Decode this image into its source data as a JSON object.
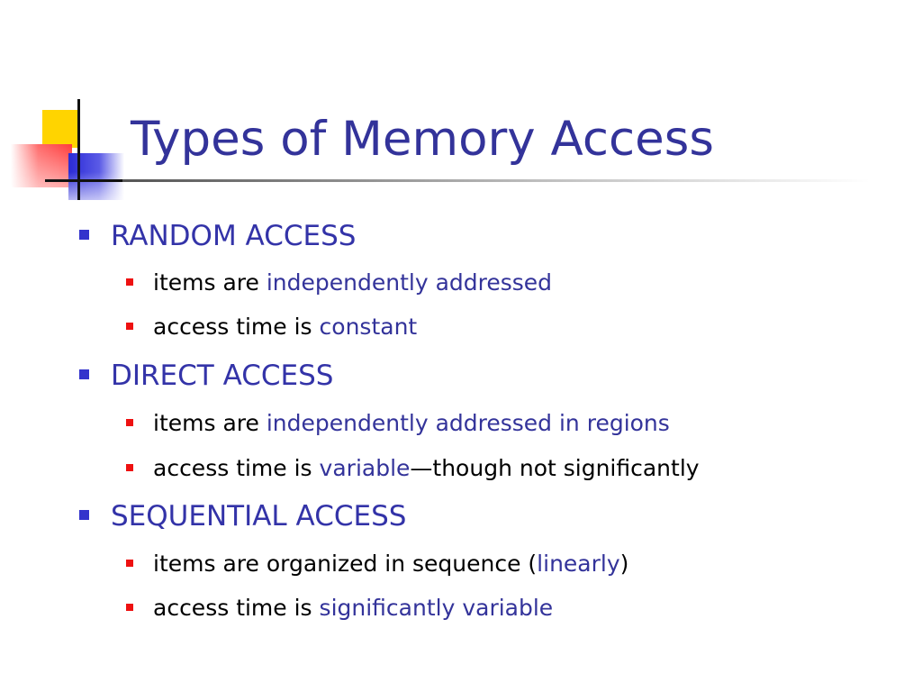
{
  "slide": {
    "title": "Types of Memory Access",
    "colors": {
      "title": "#33339a",
      "level1_text": "#3333a8",
      "level1_bullet": "#3333cc",
      "level2_bullet": "#ee1111",
      "level2_text": "#000000",
      "highlight": "#33339a",
      "logo_yellow": "#ffd400",
      "logo_red": "#ff3b3b",
      "logo_blue": "#2a2ad6"
    },
    "sections": [
      {
        "heading": "RANDOM ACCESS",
        "items": [
          {
            "pre": "items are ",
            "hl": "independently addressed",
            "post": ""
          },
          {
            "pre": "access time is ",
            "hl": "constant",
            "post": ""
          }
        ]
      },
      {
        "heading": "DIRECT ACCESS",
        "items": [
          {
            "pre": "items are ",
            "hl": "independently addressed in regions",
            "post": ""
          },
          {
            "pre": "access time is ",
            "hl": "variable",
            "post": "—though not significantly"
          }
        ]
      },
      {
        "heading": "SEQUENTIAL ACCESS",
        "items": [
          {
            "pre": "items are organized in sequence (",
            "hl": "linearly",
            "post": ")"
          },
          {
            "pre": "access time is ",
            "hl": "significantly variable",
            "post": ""
          }
        ]
      }
    ]
  }
}
